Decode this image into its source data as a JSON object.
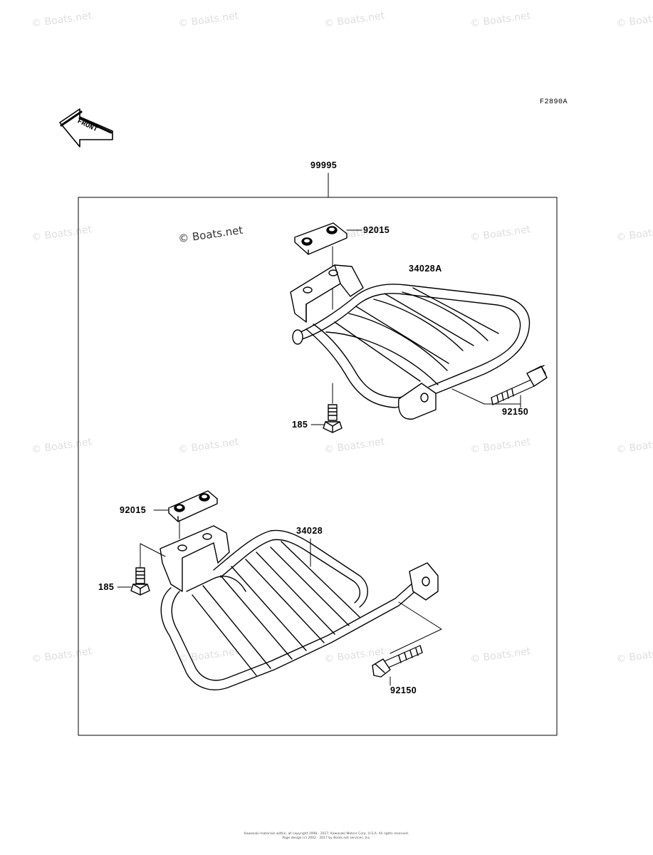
{
  "diagram": {
    "code": "F2890A",
    "front_label": "FRONT",
    "watermark": "© Boats.net",
    "kit_number": "99995",
    "parts": {
      "upper_plate": "92015",
      "upper_footrest": "34028A",
      "upper_bolt": "92150",
      "upper_small_bolt": "185",
      "lower_plate": "92015",
      "lower_footrest": "34028",
      "lower_small_bolt": "185",
      "lower_bolt": "92150"
    },
    "copyright_line1": "Kawasaki materials within, all copyright 1998 - 2017, Kawasaki Motors Corp. U.S.A.  All rights reserved.",
    "copyright_line2": "Page design (c) 2002 - 2017 by Boats.net services, Inc."
  }
}
